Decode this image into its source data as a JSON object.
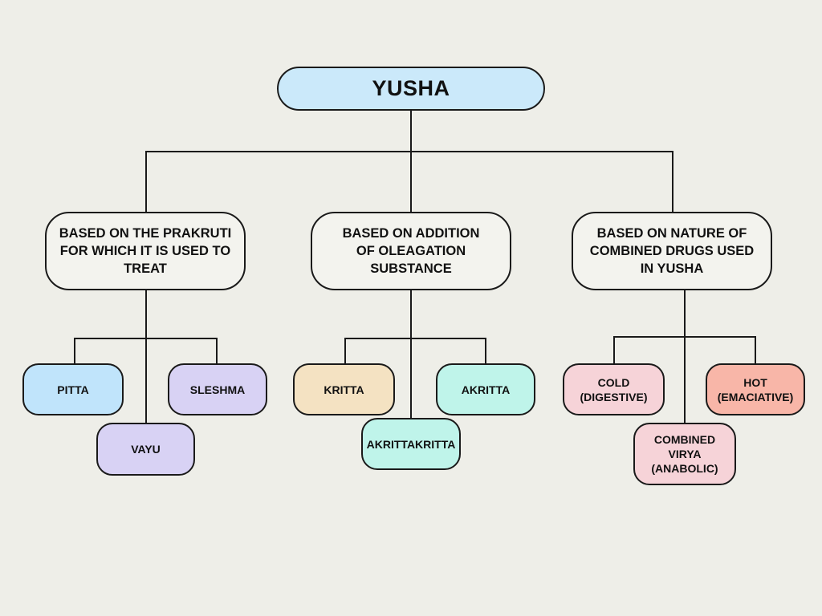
{
  "root": {
    "label": "YUSHA",
    "color": "#cbe9fa"
  },
  "categories": [
    {
      "label": "BASED ON THE PRAKRUTI\nFOR WHICH IT IS USED TO\nTREAT",
      "children": [
        {
          "label": "PITTA",
          "color": "#c0e4fb"
        },
        {
          "label": "SLESHMA",
          "color": "#d8d2f4"
        },
        {
          "label": "VAYU",
          "color": "#d8d2f4"
        }
      ]
    },
    {
      "label": "BASED ON ADDITION\nOF OLEAGATION\nSUBSTANCE",
      "children": [
        {
          "label": "KRITTA",
          "color": "#f4e2c2"
        },
        {
          "label": "AKRITTA",
          "color": "#bff4ea"
        },
        {
          "label": "AKRITTAKRITTA",
          "color": "#bff4ea"
        }
      ]
    },
    {
      "label": "BASED ON NATURE OF\nCOMBINED DRUGS USED\nIN YUSHA",
      "children": [
        {
          "label": "COLD\n(DIGESTIVE)",
          "color": "#f6d3d8"
        },
        {
          "label": "HOT\n(EMACIATIVE)",
          "color": "#f8b6a8"
        },
        {
          "label": "COMBINED\nVIRYA\n(ANABOLIC)",
          "color": "#f6d3d8"
        }
      ]
    }
  ]
}
